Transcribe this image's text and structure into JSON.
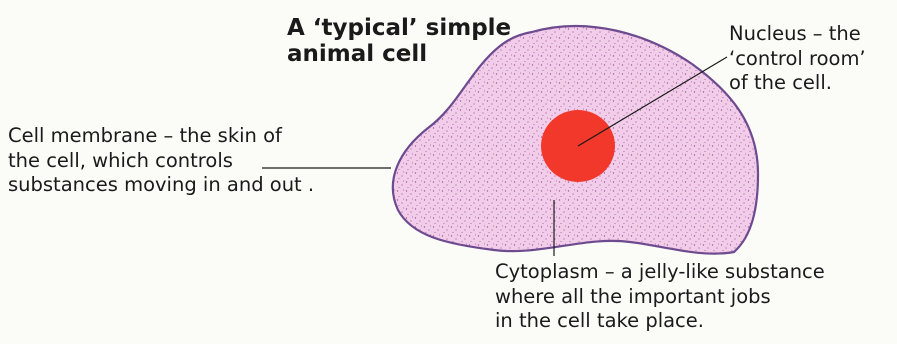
{
  "title": {
    "line1": "A ‘typical’ simple",
    "line2": "animal cell"
  },
  "labels": {
    "nucleus": {
      "line1": "Nucleus – the",
      "line2": "‘control room’",
      "line3": "of the cell."
    },
    "membrane": {
      "line1": "Cell membrane – the skin of",
      "line2": "the cell, which controls",
      "line3": "substances moving in and out ."
    },
    "cytoplasm": {
      "line1": "Cytoplasm – a jelly-like substance",
      "line2": "where all the important jobs",
      "line3": "in the cell take place."
    }
  },
  "colors": {
    "cytoplasm_fill": "#f2cdea",
    "cell_membrane": "#6b4a8f",
    "nucleus_fill": "#f2382a",
    "stipple": "#a35a98",
    "leader_line": "#1a1a1a"
  }
}
